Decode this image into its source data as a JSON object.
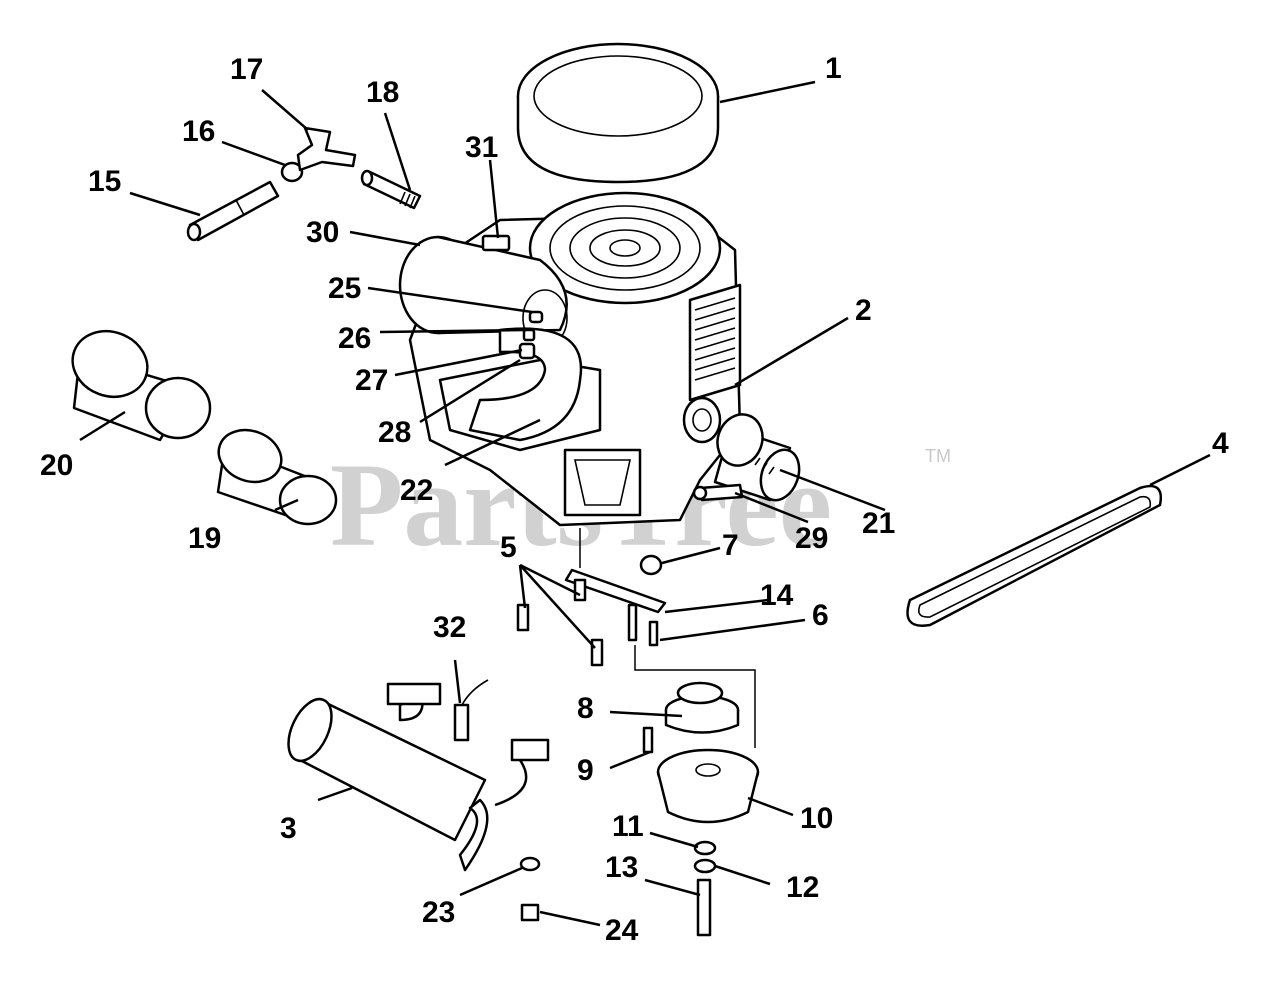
{
  "diagram": {
    "watermark": "PartsTree",
    "watermark_mark": "TM",
    "callouts": [
      "1",
      "2",
      "3",
      "4",
      "5",
      "6",
      "7",
      "8",
      "9",
      "10",
      "11",
      "12",
      "13",
      "14",
      "15",
      "16",
      "17",
      "18",
      "19",
      "20",
      "21",
      "22",
      "23",
      "24",
      "25",
      "26",
      "27",
      "28",
      "29",
      "30",
      "31",
      "32"
    ]
  }
}
